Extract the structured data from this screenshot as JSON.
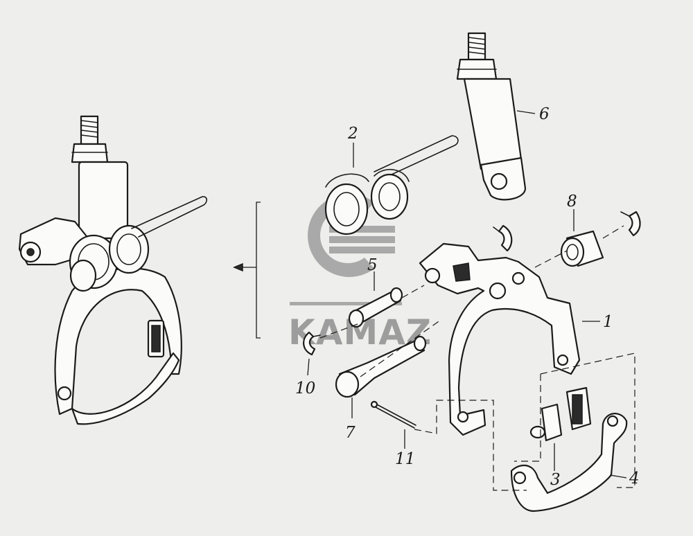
{
  "logo": {
    "text": "KAMAZ",
    "color": "#a9a9a9"
  },
  "callouts": [
    {
      "id": "1",
      "label": "1"
    },
    {
      "id": "2",
      "label": "2"
    },
    {
      "id": "3",
      "label": "3"
    },
    {
      "id": "4",
      "label": "4"
    },
    {
      "id": "5",
      "label": "5"
    },
    {
      "id": "6",
      "label": "6"
    },
    {
      "id": "7",
      "label": "7"
    },
    {
      "id": "8",
      "label": "8"
    },
    {
      "id": "10",
      "label": "10"
    },
    {
      "id": "11",
      "label": "11"
    }
  ],
  "colors": {
    "background": "#eeeeec",
    "line": "#1b1b1b",
    "watermark": "#a9a9a9"
  }
}
